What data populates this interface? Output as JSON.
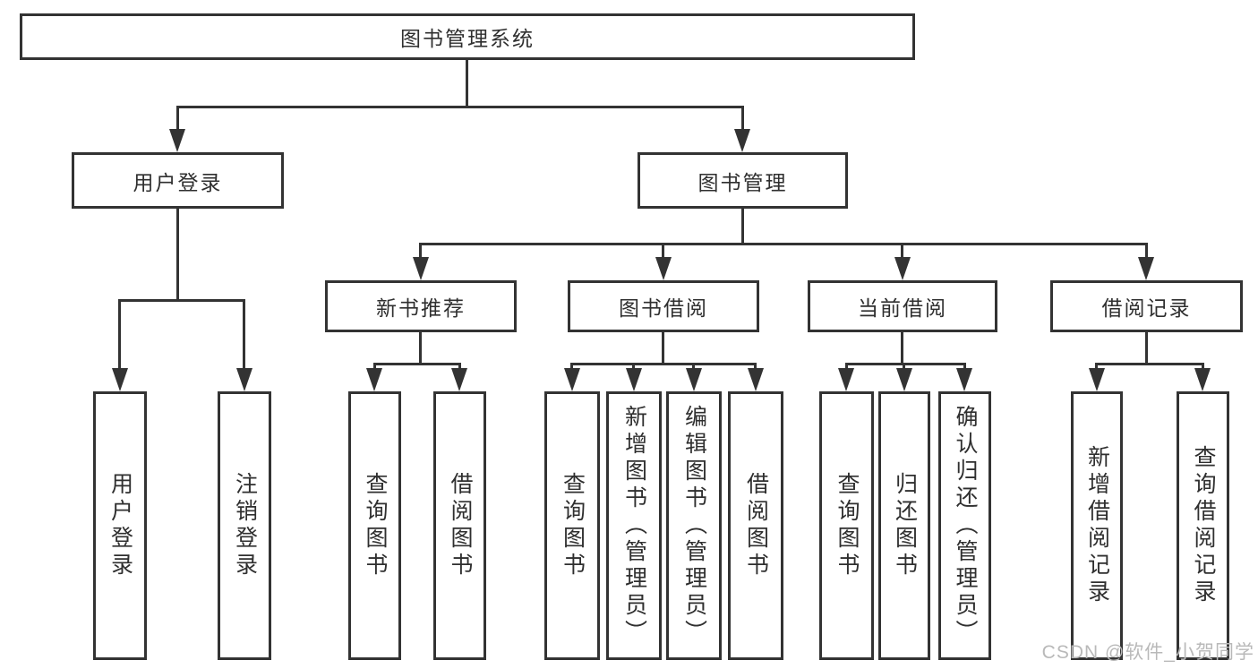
{
  "root": {
    "label": "图书管理系统"
  },
  "level2": {
    "user_login": {
      "label": "用户登录"
    },
    "book_mgmt": {
      "label": "图书管理"
    }
  },
  "level3": {
    "new_books": {
      "label": "新书推荐"
    },
    "book_borrow": {
      "label": "图书借阅"
    },
    "current_borrow": {
      "label": "当前借阅"
    },
    "borrow_records": {
      "label": "借阅记录"
    }
  },
  "leaves": {
    "user_login_leaf": {
      "label": "用户登录"
    },
    "logout": {
      "label": "注销登录"
    },
    "nb_query_books": {
      "label": "查询图书"
    },
    "nb_borrow_books": {
      "label": "借阅图书"
    },
    "bb_query_books": {
      "label": "查询图书"
    },
    "bb_add_books": {
      "label": "新增图书（管理员）"
    },
    "bb_edit_books": {
      "label": "编辑图书（管理员）"
    },
    "bb_borrow_books": {
      "label": "借阅图书"
    },
    "cb_query_books": {
      "label": "查询图书"
    },
    "cb_return_books": {
      "label": "归还图书"
    },
    "cb_confirm_return": {
      "label": "确认归还（管理员）"
    },
    "br_add_record": {
      "label": "新增借阅记录"
    },
    "br_query_record": {
      "label": "查询借阅记录"
    }
  },
  "watermark": {
    "text": "CSDN @软件_小贺同学"
  },
  "colors": {
    "line": "#333333",
    "text": "#2f2f2f",
    "watermark": "#b9b9b9",
    "background": "#ffffff"
  }
}
